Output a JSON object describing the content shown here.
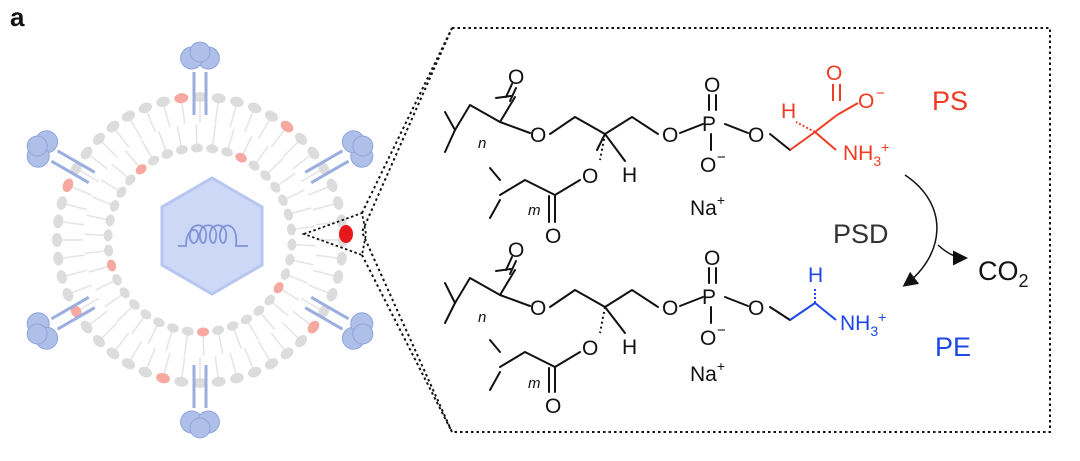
{
  "panel_label": "a",
  "colors": {
    "ps": "#ef3b23",
    "pe": "#1f47e6",
    "black": "#111111",
    "membrane_grey": "#dcdcdc",
    "ps_head": "#f7a8a0",
    "protein": "#aebfe8",
    "virus_core": "#cdd8f6",
    "highlight": "#e8171b"
  },
  "ps_molecule": {
    "label": "PS",
    "h": "H",
    "o_minus": "O",
    "o_charge": "−",
    "nh3": "NH",
    "nh3_sub": "3",
    "nh3_charge": "+",
    "sub_n": "n",
    "sub_m": "m",
    "o": "O",
    "p": "P",
    "na": "Na",
    "na_charge": "+"
  },
  "pe_molecule": {
    "label": "PE",
    "h": "H",
    "nh3": "NH",
    "nh3_sub": "3",
    "nh3_charge": "+",
    "sub_n": "n",
    "sub_m": "m",
    "o": "O",
    "p": "P",
    "na": "Na",
    "na_charge": "+"
  },
  "reaction": {
    "enzyme": "PSD",
    "byproduct": "CO",
    "byproduct_sub": "2"
  },
  "icons": [
    "virus-particle-icon",
    "lipid-bilayer",
    "genome-coil-icon",
    "spike-protein-icon",
    "reaction-arrow-icon"
  ]
}
